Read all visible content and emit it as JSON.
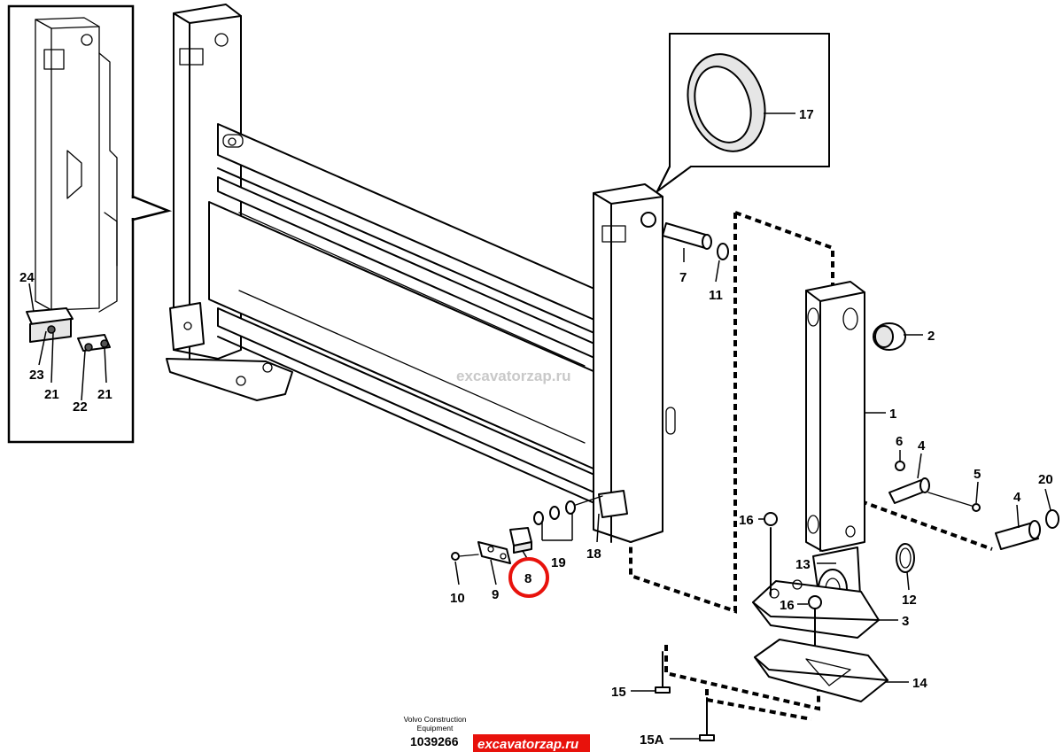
{
  "watermark": "excavatorzap.ru",
  "footer": {
    "maker_line1": "Volvo Construction",
    "maker_line2": "Equipment",
    "drawing_number": "1039266",
    "site_badge": "excavatorzap.ru"
  },
  "highlight_part": "8",
  "colors": {
    "highlight": "#e8120c",
    "badge": "#e8120c"
  },
  "part_labels": {
    "p1": "1",
    "p2": "2",
    "p3": "3",
    "p4a": "4",
    "p4b": "4",
    "p5": "5",
    "p6": "6",
    "p7": "7",
    "p8": "8",
    "p9": "9",
    "p10": "10",
    "p11": "11",
    "p12": "12",
    "p13": "13",
    "p14": "14",
    "p15": "15",
    "p15a": "15A",
    "p16a": "16",
    "p16b": "16",
    "p17": "17",
    "p18": "18",
    "p19": "19",
    "p20": "20",
    "p21a": "21",
    "p21b": "21",
    "p22": "22",
    "p23": "23",
    "p24": "24"
  }
}
